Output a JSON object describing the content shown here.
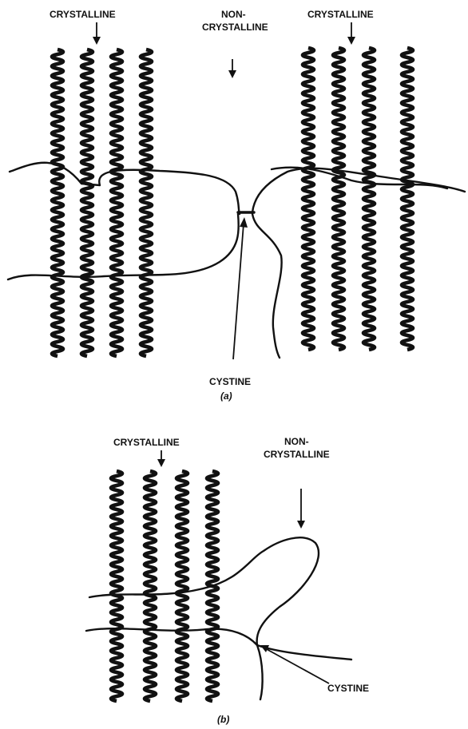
{
  "panel_a": {
    "label_crystalline_left": "CRYSTALLINE",
    "label_noncrystalline_line1": "NON-",
    "label_noncrystalline_line2": "CRYSTALLINE",
    "label_crystalline_right": "CRYSTALLINE",
    "label_cystine": "CYSTINE",
    "caption": "(a)"
  },
  "panel_b": {
    "label_crystalline": "CRYSTALLINE",
    "label_noncrystalline_line1": "NON-",
    "label_noncrystalline_line2": "CRYSTALLINE",
    "label_cystine": "CYSTINE",
    "caption": "(b)"
  },
  "colors": {
    "ink": "#111111",
    "background": "#ffffff"
  }
}
